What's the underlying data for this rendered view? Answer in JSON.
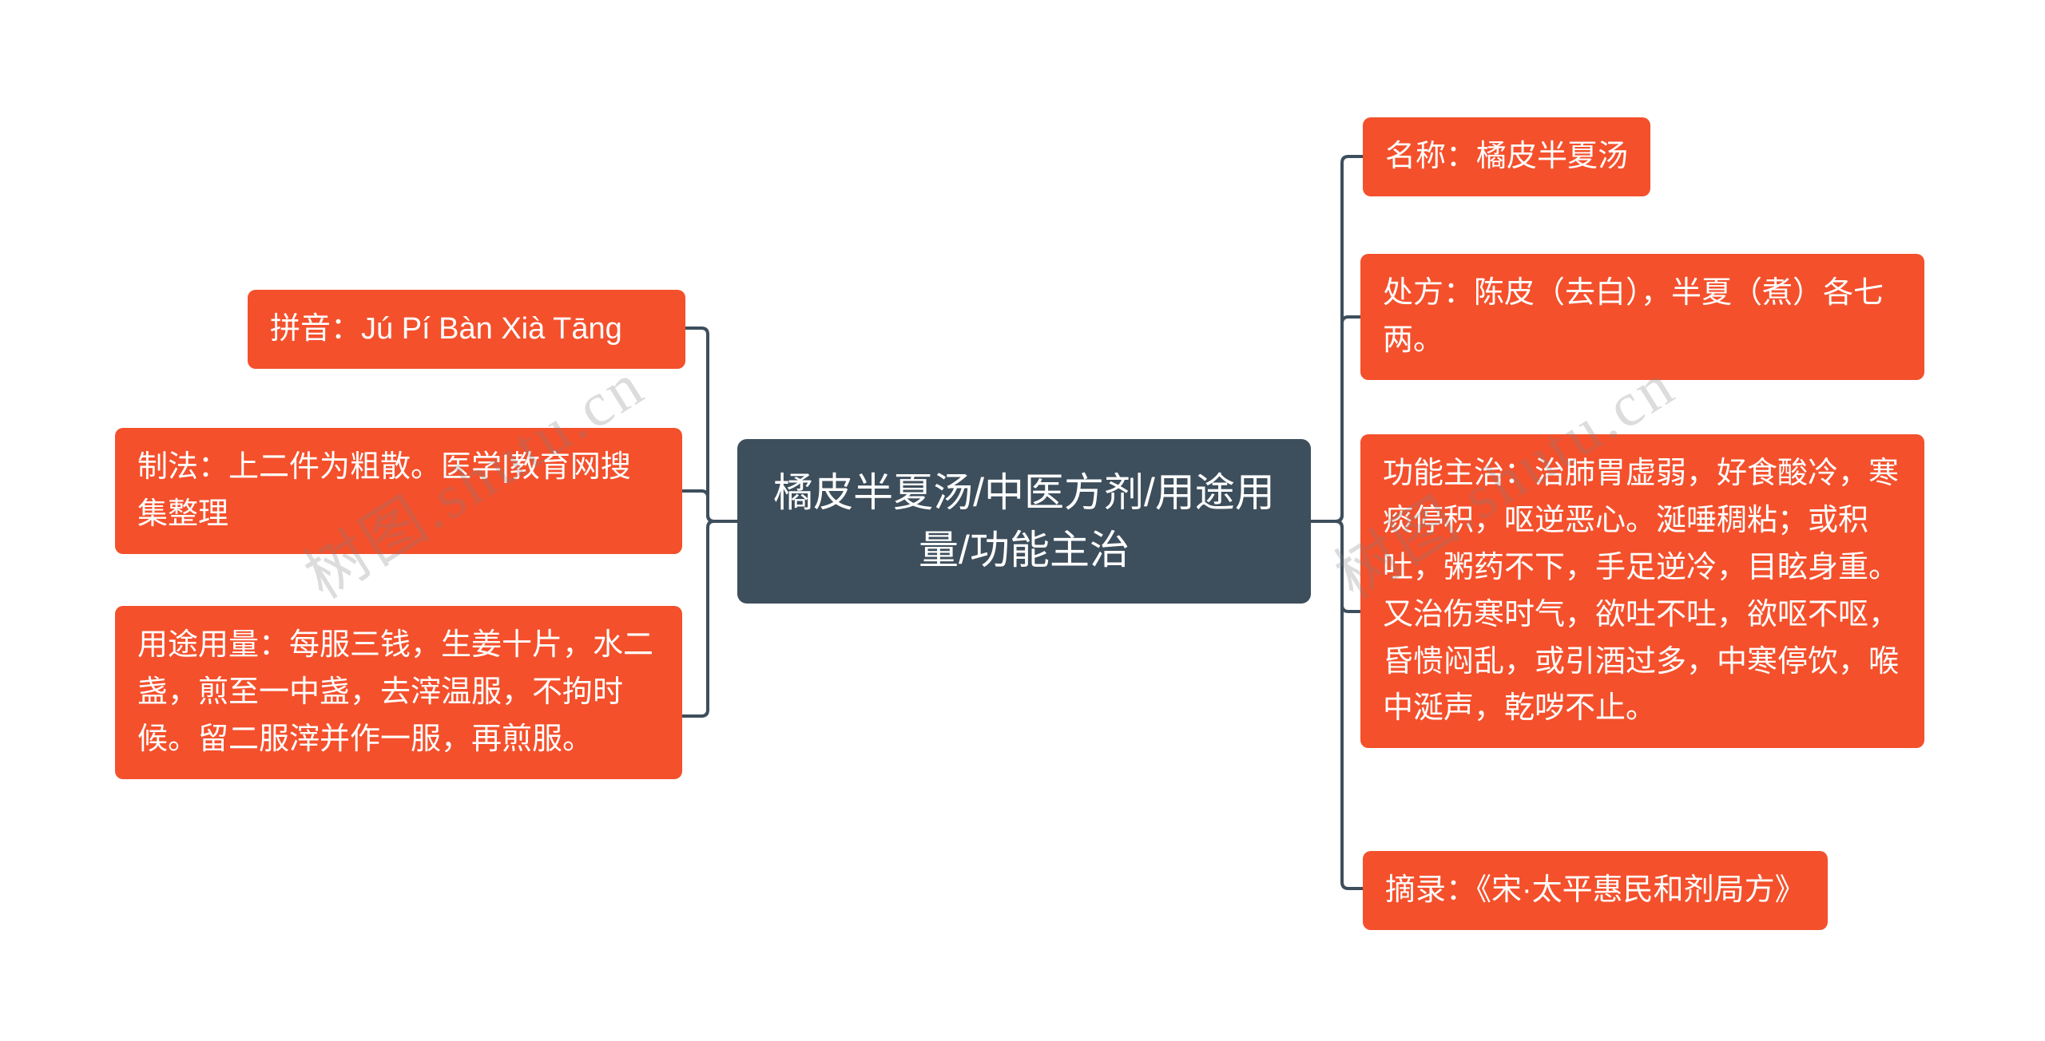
{
  "central": {
    "label": "橘皮半夏汤/中医方剂/用途用量/功能主治"
  },
  "left_nodes": [
    {
      "label": "拼音：Jú Pí Bàn Xià Tāng"
    },
    {
      "label": "制法：上二件为粗散。医学|教育网搜集整理"
    },
    {
      "label": "用途用量：每服三钱，生姜十片，水二盏，煎至一中盏，去滓温服，不拘时候。留二服滓并作一服，再煎服。"
    }
  ],
  "right_nodes": [
    {
      "label": "名称：橘皮半夏汤"
    },
    {
      "label": "处方：陈皮（去白），半夏（煮）各七两。"
    },
    {
      "label": "功能主治：治肺胃虚弱，好食酸冷，寒痰停积，呕逆恶心。涎唾稠粘；或积吐，粥药不下，手足逆冷，目眩身重。又治伤寒时气，欲吐不吐，欲呕不呕，昏愦闷乱，或引酒过多，中寒停饮，喉中涎声，乾哕不止。"
    },
    {
      "label": "摘录：《宋·太平惠民和剂局方》"
    }
  ],
  "watermark": {
    "text": "树图.shutu.cn"
  },
  "colors": {
    "node_bg": "#f4502c",
    "central_bg": "#3d4e5c",
    "line": "#3d4e5c"
  }
}
